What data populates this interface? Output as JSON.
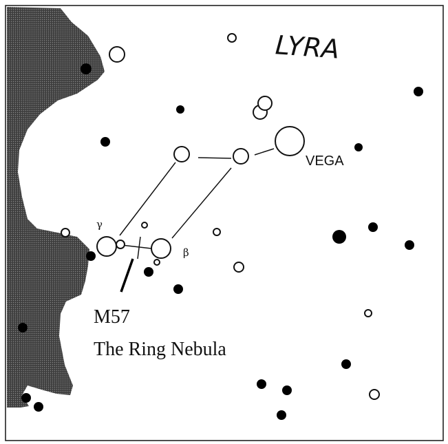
{
  "labels": {
    "constellation": "LYRA",
    "vega": "VEGA",
    "gamma": "γ",
    "beta": "β",
    "m57": "M57",
    "ring_nebula": "The Ring Nebula"
  },
  "colors": {
    "milky_way_fill": "#4a4a4a",
    "star_dark": "#000000",
    "star_open_fill": "#ffffff",
    "ink": "#111111"
  }
}
